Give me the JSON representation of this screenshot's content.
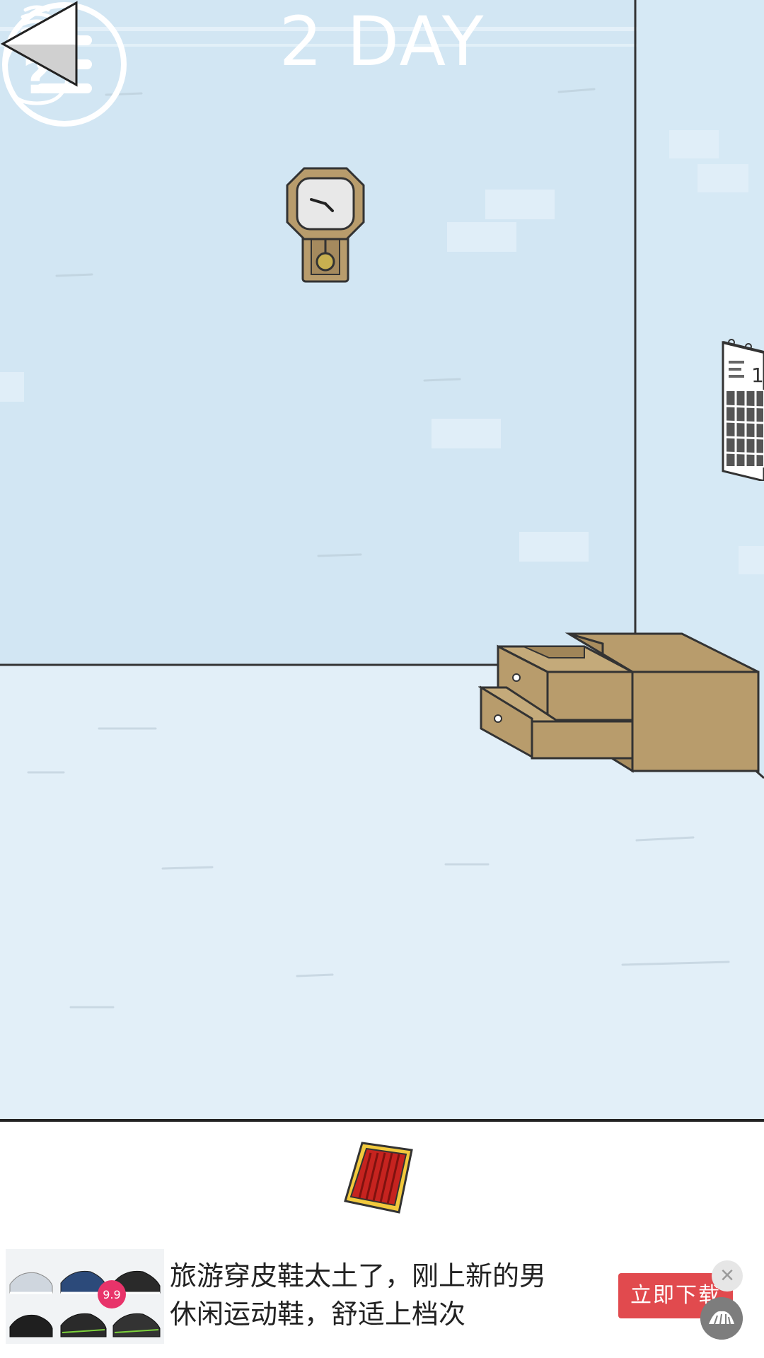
{
  "header": {
    "day_label": "2 DAY"
  },
  "icons": {
    "hint": "lightbulb-question-icon",
    "menu": "hamburger-menu-icon",
    "back": "left-arrow-icon"
  },
  "scene_objects": {
    "clock": "pendulum-clock",
    "calendar": "wall-calendar",
    "calendar_visible_digit": "1",
    "drawers": "open-drawer-cabinet"
  },
  "inventory": {
    "items": [
      "red-notebook-item"
    ]
  },
  "ad": {
    "line1": "旅游穿皮鞋太土了，刚上新的男",
    "line2": "休闲运动鞋，舒适上档次",
    "cta": "立即下载",
    "price_badge": "9.9",
    "close": "×"
  },
  "colors": {
    "wall": "#d2e6f3",
    "floor": "#e2eff8",
    "cta": "#e14a4e",
    "wood": "#b89c6c"
  }
}
